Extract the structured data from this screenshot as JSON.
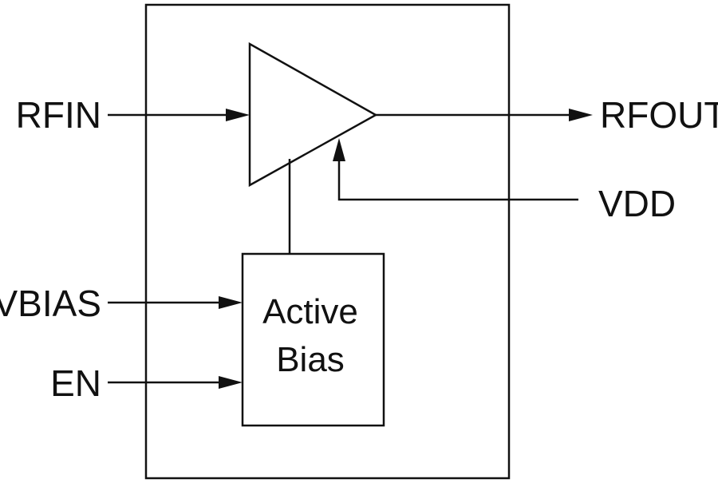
{
  "pins": {
    "rfin": "RFIN",
    "rfout": "RFOUT",
    "vdd": "VDD",
    "vbias": "VBIAS",
    "en": "EN"
  },
  "blocks": {
    "active_bias_line1": "Active",
    "active_bias_line2": "Bias"
  },
  "colors": {
    "stroke": "#111111",
    "background": "#ffffff"
  }
}
